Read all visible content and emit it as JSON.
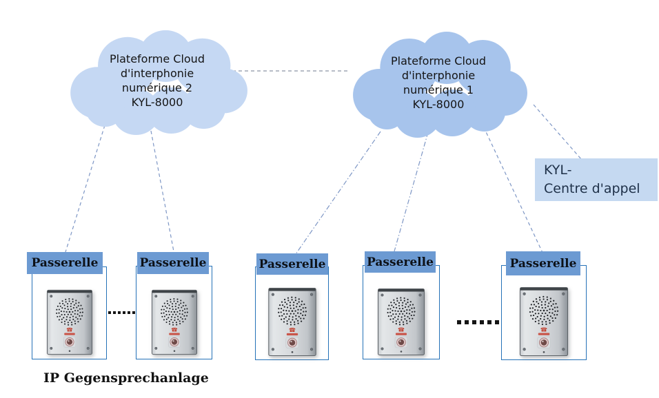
{
  "clouds": [
    {
      "id": "cloud-platform-2",
      "lines": [
        "Plateforme Cloud",
        "d'interphonie",
        "numérique 2",
        "KYL-8000"
      ]
    },
    {
      "id": "cloud-platform-1",
      "lines": [
        "Plateforme Cloud",
        "d'interphonie",
        "numérique 1",
        "KYL-8000"
      ]
    }
  ],
  "call_center": {
    "line1": "KYL-",
    "line2": "Centre d'appel"
  },
  "gateways": [
    {
      "label": "Passerelle"
    },
    {
      "label": "Passerelle"
    },
    {
      "label": "Passerelle"
    },
    {
      "label": "Passerelle"
    },
    {
      "label": "Passerelle"
    }
  ],
  "ellipsis_left": "......",
  "ellipsis_right": "......",
  "caption": "IP Gegensprechanlage",
  "colors": {
    "cloud2_fill": "#c5d8f3",
    "cloud1_fill": "#a7c4ec",
    "callcenter_fill": "#c5d9f1",
    "gateway_label_fill": "#6c9ad2",
    "frame_border": "#2471b7",
    "link_blue": "#7d96c5",
    "link_gray": "#8b95a5"
  }
}
